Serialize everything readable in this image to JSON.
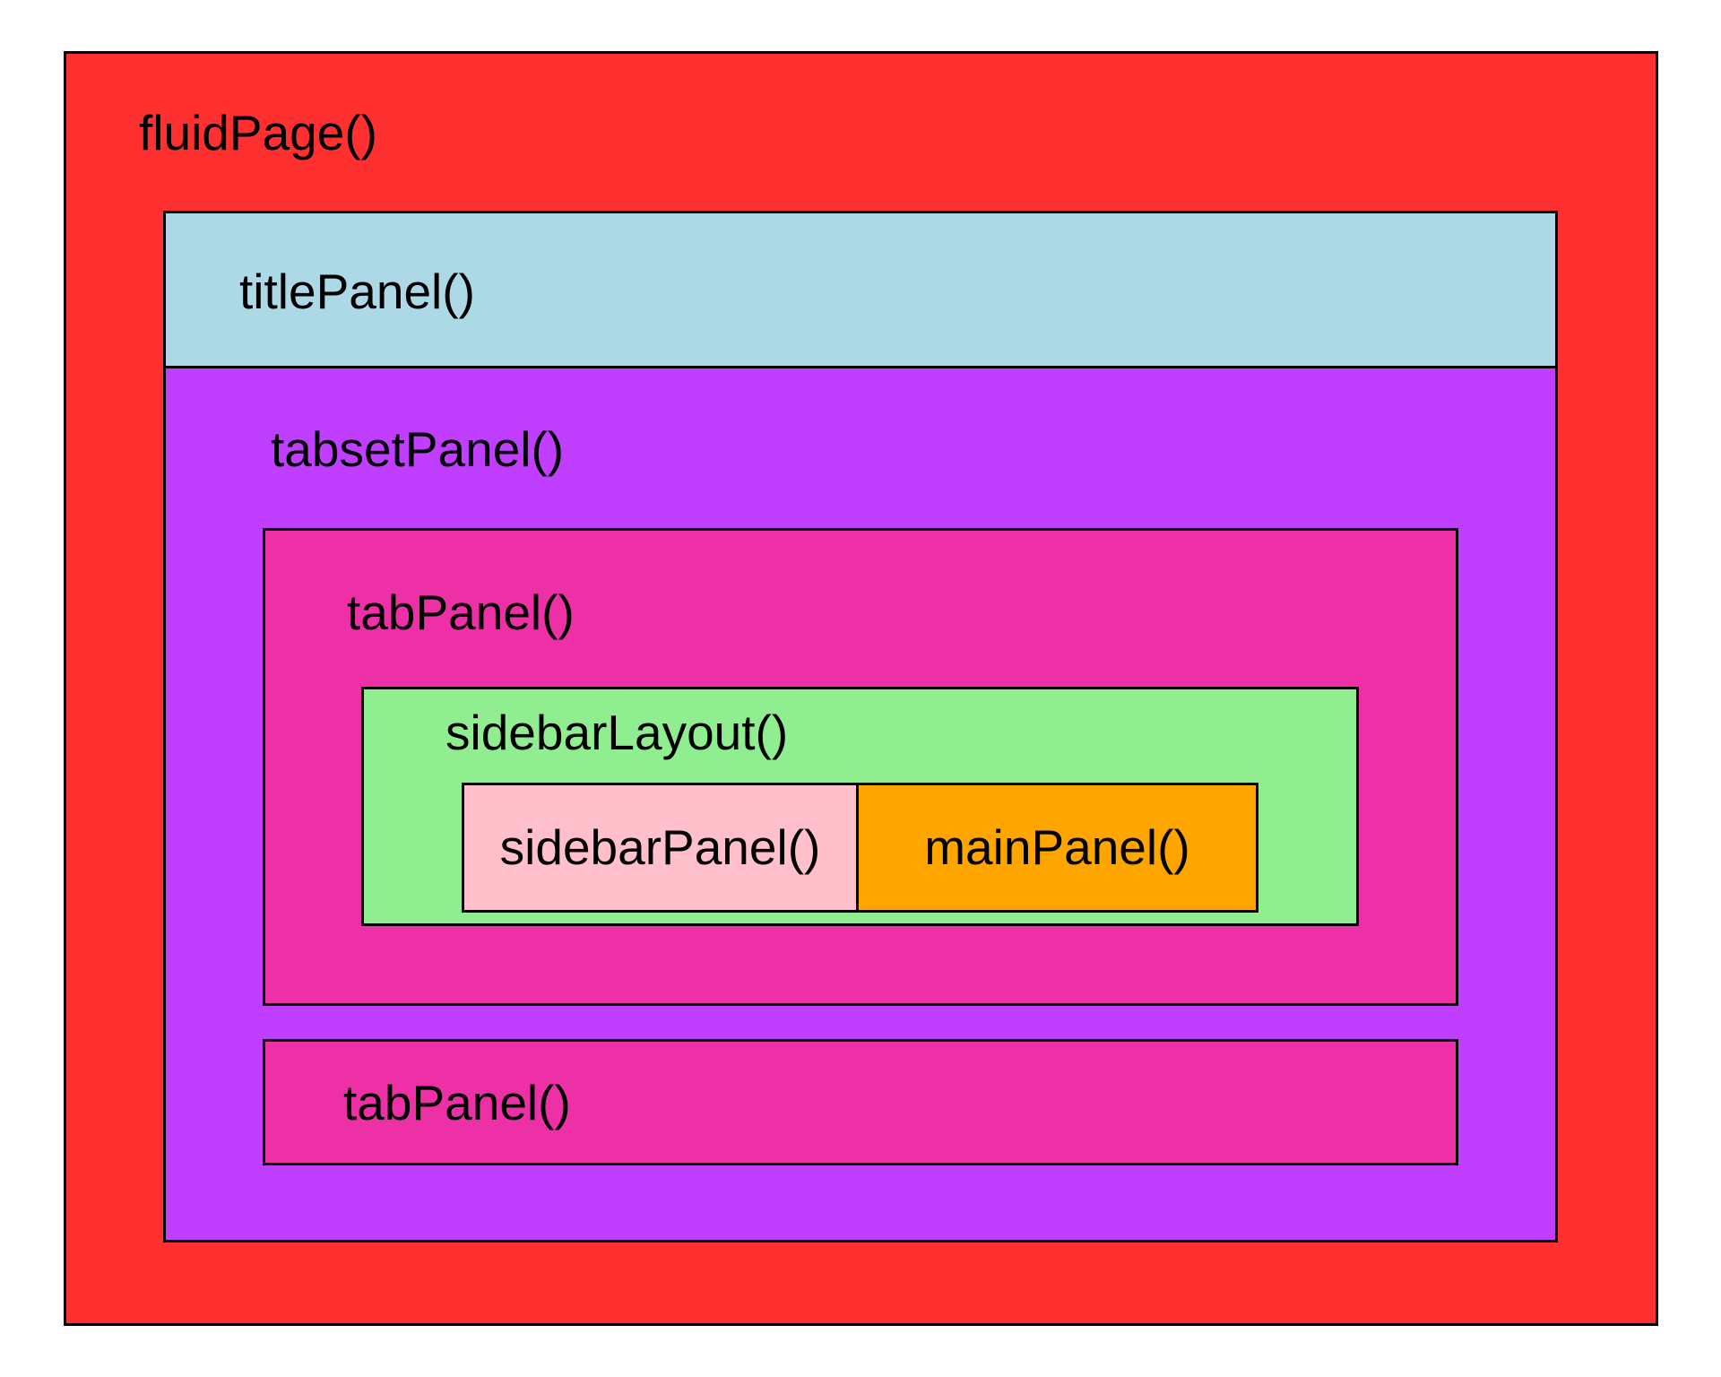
{
  "diagram": {
    "boxes": {
      "fluid_page": {
        "label": "fluidPage()",
        "color": "#FF3030"
      },
      "title_panel": {
        "label": "titlePanel()",
        "color": "#ADD8E6"
      },
      "tabset_panel": {
        "label": "tabsetPanel()",
        "color": "#BF3EFF"
      },
      "tab_panel_top": {
        "label": "tabPanel()",
        "color": "#EE30A7"
      },
      "sidebar_layout": {
        "label": "sidebarLayout()",
        "color": "#90EE90"
      },
      "sidebar_panel": {
        "label": "sidebarPanel()",
        "color": "#FFC0CB"
      },
      "main_panel": {
        "label": "mainPanel()",
        "color": "#FFA500"
      },
      "tab_panel_bottom": {
        "label": "tabPanel()",
        "color": "#EE30A7"
      }
    },
    "text_color": "#000000",
    "border_color": "#000000",
    "background_color": "#FFFFFF"
  }
}
